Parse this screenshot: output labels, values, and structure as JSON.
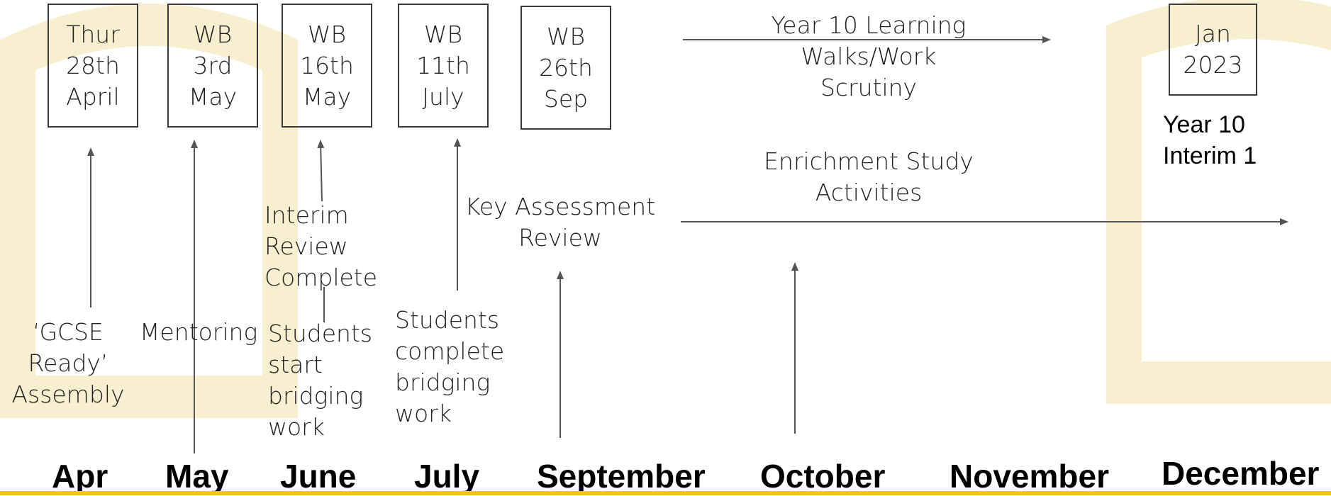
{
  "colors": {
    "accent": "#f5c518",
    "line": "#555555"
  },
  "date_boxes": [
    {
      "text": "Thur\n28th\nApril"
    },
    {
      "text": "WB\n3rd\nMay"
    },
    {
      "text": "WB\n16th\nMay"
    },
    {
      "text": "WB\n11th\nJuly"
    },
    {
      "text": "WB\n26th\nSep"
    },
    {
      "text": "Jan\n2023"
    }
  ],
  "labels": {
    "learning_walks": "Year 10 Learning\nWalks/Work\nScrutiny",
    "year10_interim": "Year 10\nInterim 1",
    "enrichment": "Enrichment Study\nActivities",
    "interim_review": "Interim\nReview\nComplete",
    "key_assessment": "Key Assessment\nReview",
    "gcse_ready": "‘GCSE\nReady’\nAssembly",
    "mentoring": "Mentoring",
    "students_start": "Students\nstart\nbridging\nwork",
    "students_complete": "Students\ncomplete\nbridging\nwork"
  },
  "months": [
    "Apr",
    "May",
    "June",
    "July",
    "September",
    "October",
    "November",
    "December"
  ]
}
